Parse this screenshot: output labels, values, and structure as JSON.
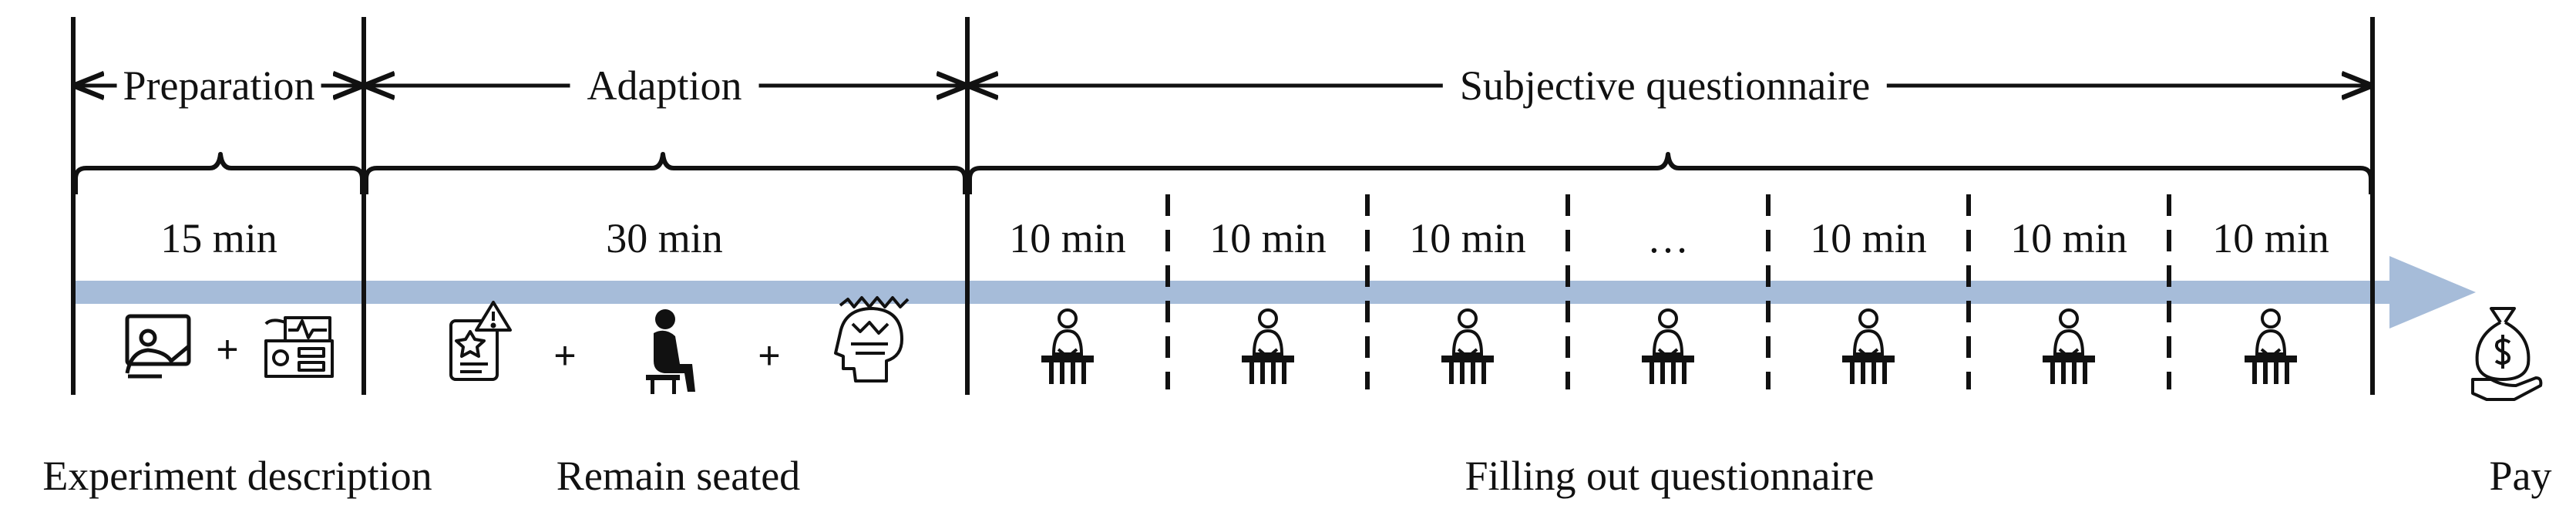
{
  "colors": {
    "arrow": "#a6bcd9",
    "ink": "#111111"
  },
  "phases": [
    {
      "label": "Preparation",
      "duration": "15 min"
    },
    {
      "label": "Adaption",
      "duration": "30 min"
    },
    {
      "label": "Subjective questionnaire"
    }
  ],
  "segments": [
    "10 min",
    "10 min",
    "10 min",
    "…",
    "10 min",
    "10 min",
    "10 min"
  ],
  "bottom_labels": {
    "preparation": "Experiment description",
    "adaption": "Remain seated",
    "questionnaire": "Filling out questionnaire",
    "pay": "Pay"
  },
  "plus_sign": "+",
  "icons": {
    "preparation": [
      "presentation-icon",
      "monitoring-equipment-icon"
    ],
    "adaption": [
      "checklist-alert-icon",
      "seated-person-icon",
      "brain-signal-icon"
    ],
    "questionnaire": "person-at-desk-icon",
    "pay": "money-bag-hand-icon"
  }
}
